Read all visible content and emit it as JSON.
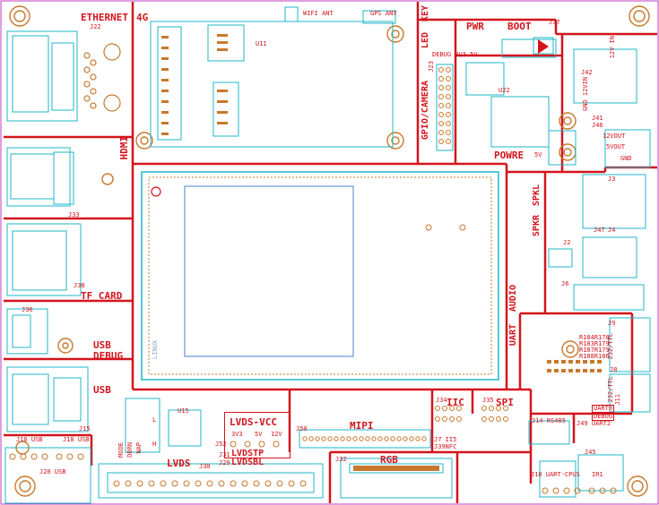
{
  "colors": {
    "silk": "#d4141c",
    "outline": "#1fb7c8",
    "pad": "#c8782c",
    "board_edge": "#c03cc0"
  },
  "sections": {
    "ethernet": "ETHERNET",
    "four_g": "4G",
    "hdmi": "HDMI",
    "tf_card": "TF CARD",
    "usb_debug_1": "USB",
    "usb_debug_2": "DEBUG",
    "usb": "USB",
    "led": "LED",
    "key": "KEY",
    "pwr": "PWR",
    "boot": "BOOT",
    "gpio_camera": "GPIO/CAMERA",
    "powre": "POWRE",
    "spkr": "SPKR",
    "spkl": "SPKL",
    "audio": "AUDIO",
    "uart": "UART",
    "lvds_vcc": "LVDS-VCC",
    "mipi": "MIPI",
    "rgb": "RGB",
    "iic": "IIC",
    "spi": "SPI",
    "lvds": "LVDS",
    "lvdstp": "LVDSTP",
    "lvdsbl": "LVDSBL"
  },
  "labels": {
    "wifi_ant": "WIFI ANT",
    "gps_ant": "GPS ANT",
    "j22": "J22",
    "u11": "U11",
    "j37": "J37",
    "debug_3v3_5v": "DEBUG 3V3 5V",
    "j23": "J23",
    "v12_in_a": "12V IN",
    "j42": "J42",
    "gnd_12vin": "GND 12VIN",
    "u22": "U22",
    "j41": "J41",
    "j46": "J46",
    "v12_out": "12VOUT",
    "v5_out": "5VOUT",
    "gnd": "GND",
    "v5": "5V",
    "j33": "J33",
    "j38": "J38",
    "j36": "J36",
    "j15": "J15",
    "j16_usb": "J16 USB",
    "j18_usb": "J18 USB",
    "j20_usb": "J20 USB",
    "j3": "J3",
    "j47": "J47",
    "j4": "J4",
    "j2": "J2",
    "j6": "J6",
    "j9": "J9",
    "r_row1": "R184R178",
    "r_row2": "R183R179",
    "r_row3": "R187R179",
    "r_row4": "R188R186",
    "ttl_232": "232/TTL",
    "j8": "J8",
    "uart0_debug_1": "UART0",
    "uart0_debug_2": "DEBUG",
    "uart2": "UART2",
    "j11": "J11",
    "j49": "J49",
    "j14_rs485": "J14 RS485",
    "j45": "J45",
    "ir1": "IR1",
    "j10_uart_cpus": "J10 UART-CPUS",
    "u15": "U15",
    "l_mark": "L",
    "h_mark": "H",
    "mode": "MODE",
    "ddrn": "DDRN",
    "nap": "NAP",
    "j30": "J30",
    "v3v3": "3V3",
    "v5v": "5V",
    "v12v": "12V",
    "j52": "J52",
    "j29": "J29",
    "j31": "J31",
    "j50": "J50",
    "j32": "J32",
    "j34": "J34",
    "j35": "J35",
    "j7_ii5": "J7 II5",
    "j39nfc": "J39NFC",
    "module_text": "LINUX"
  }
}
